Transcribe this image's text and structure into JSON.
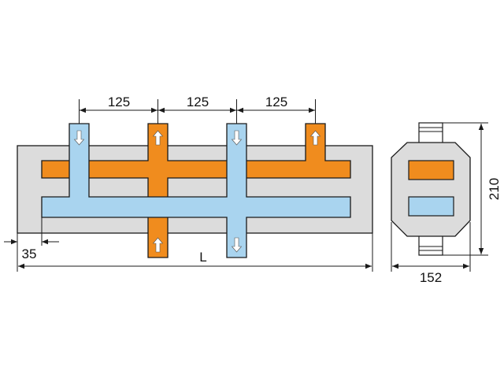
{
  "colors": {
    "housing": "#dcdcdc",
    "hot": "#f08c1e",
    "cold": "#a9d4ef",
    "outline": "#1a1a1a",
    "arrow": "#ffffff"
  },
  "icons": {
    "hot_flow": "white-arrow-up-icon",
    "cold_flow": "white-arrow-down-icon"
  },
  "dimensions": {
    "spacing_1": "125",
    "spacing_2": "125",
    "spacing_3": "125",
    "offset": "35",
    "length": "L",
    "width": "152",
    "height": "210"
  }
}
